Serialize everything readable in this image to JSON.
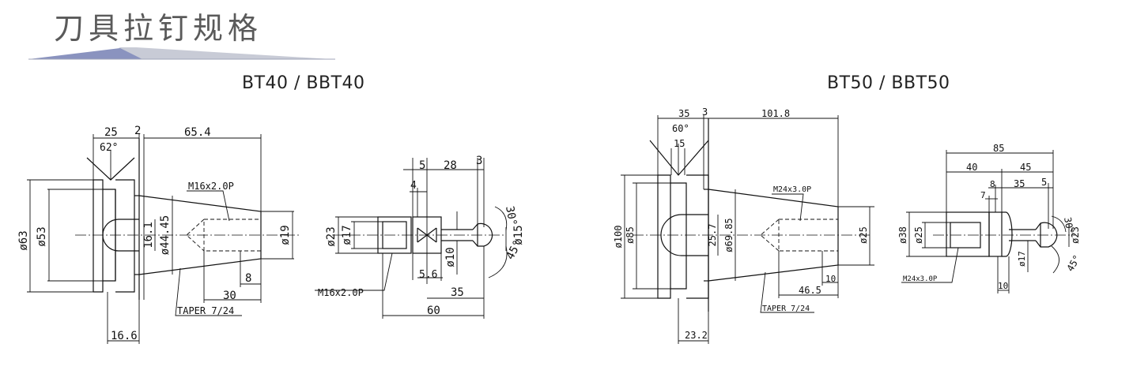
{
  "header": {
    "title": "刀具拉钉规格",
    "accent_color": "#8a93bf",
    "line_color": "#b8bccb"
  },
  "sections": [
    {
      "title": "BT40 / BBT40",
      "holder": {
        "dims": [
          "25",
          "2",
          "65.4",
          "62°",
          "M16x2.0P",
          "ø63",
          "ø53",
          "16.1",
          "ø44.45",
          "ø19",
          "8",
          "30",
          "TAPER 7/24",
          "16.6"
        ]
      },
      "stud": {
        "dims": [
          "5",
          "28",
          "3",
          "4",
          "30°",
          "ø23",
          "ø17",
          "ø15",
          "45°",
          "ø10",
          "5.6",
          "35",
          "60",
          "M16x2.0P"
        ]
      }
    },
    {
      "title": "BT50 / BBT50",
      "holder": {
        "dims": [
          "35",
          "3",
          "101.8",
          "60°",
          "15",
          "M24x3.0P",
          "ø100",
          "ø85",
          "25.7",
          "ø69.85",
          "ø25",
          "10",
          "46.5",
          "TAPER 7/24",
          "23.2"
        ]
      },
      "stud": {
        "dims": [
          "85",
          "40",
          "45",
          "8",
          "35",
          "5",
          "7",
          "ø38",
          "ø25",
          "30°",
          "ø23",
          "45°",
          "ø17",
          "M24x3.0P",
          "10"
        ]
      }
    }
  ]
}
